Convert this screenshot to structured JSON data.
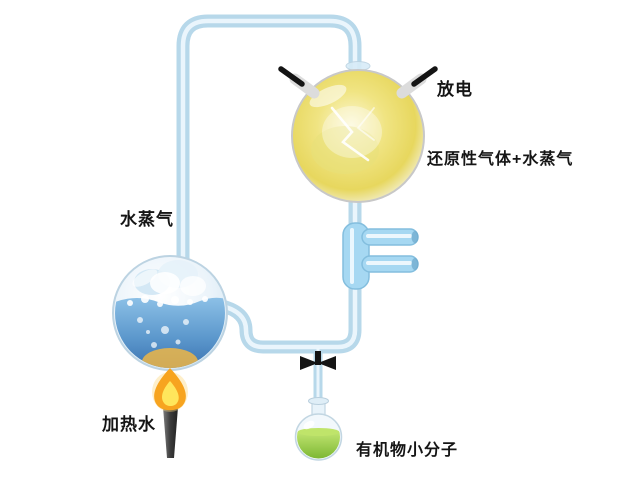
{
  "diagram": {
    "labels": {
      "discharge": "放电",
      "reducing_gas": "还原性气体+水蒸气",
      "water_vapor": "水蒸气",
      "heated_water": "加热水",
      "organic_molecules": "有机物小分子"
    },
    "colors": {
      "tube": "#b7d8ea",
      "tube_highlight": "#ecf7fd",
      "spark_flask": "#e9dc66",
      "condenser": "#a6d8f2",
      "water": "#4d8cc4",
      "flame_outer": "#f7a41f",
      "flame_inner": "#ffe65c",
      "burner": "#3a3a3a",
      "electrode": "#141414",
      "valve": "#141414",
      "green_liquid": "#8ec63c"
    }
  }
}
